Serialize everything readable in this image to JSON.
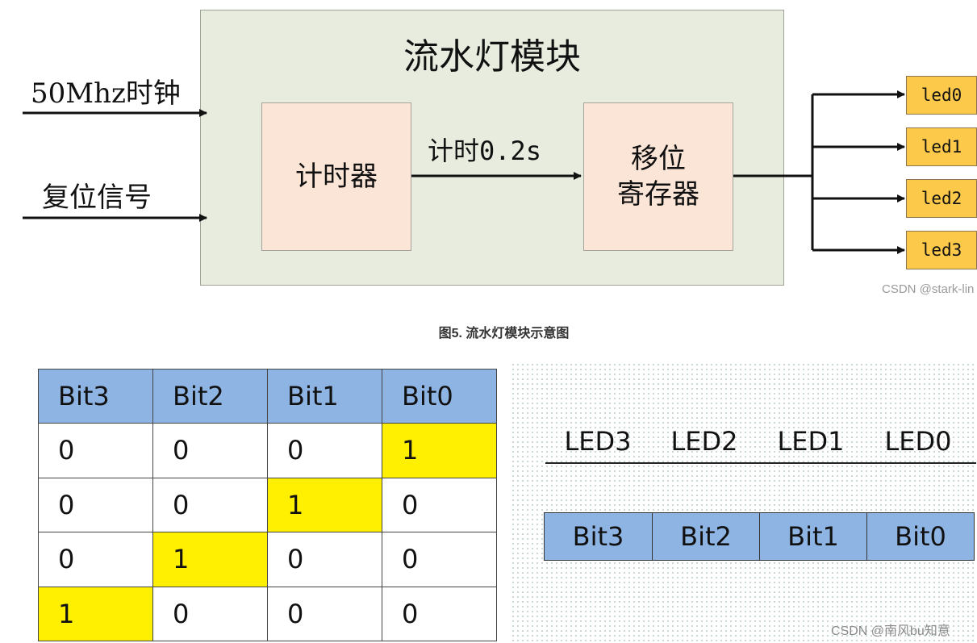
{
  "diagram": {
    "module_title": "流水灯模块",
    "inputs": [
      {
        "label": "50Mhz时钟"
      },
      {
        "label": "复位信号"
      }
    ],
    "blocks": {
      "timer": "计时器",
      "shift_register": {
        "line1": "移位",
        "line2": "寄存器"
      }
    },
    "signal_label": "计时0.2s",
    "outputs": [
      "led0",
      "led1",
      "led2",
      "led3"
    ],
    "colors": {
      "module_bg": "#e7ecdf",
      "block_bg": "#fbe5d6",
      "led_bg": "#fcc94a"
    }
  },
  "watermark_top": "CSDN @stark-lin",
  "caption": "图5. 流水灯模块示意图",
  "bit_table": {
    "headers": [
      "Bit3",
      "Bit2",
      "Bit1",
      "Bit0"
    ],
    "rows": [
      [
        "0",
        "0",
        "0",
        "1"
      ],
      [
        "0",
        "0",
        "1",
        "0"
      ],
      [
        "0",
        "1",
        "0",
        "0"
      ],
      [
        "1",
        "0",
        "0",
        "0"
      ]
    ],
    "colors": {
      "header": "#8eb4e3",
      "highlight": "#ffef00"
    }
  },
  "mapping": {
    "led_labels": [
      "LED3",
      "LED2",
      "LED1",
      "LED0"
    ],
    "bit_labels": [
      "Bit3",
      "Bit2",
      "Bit1",
      "Bit0"
    ]
  },
  "watermark_bottom": "CSDN @南风bu知意"
}
